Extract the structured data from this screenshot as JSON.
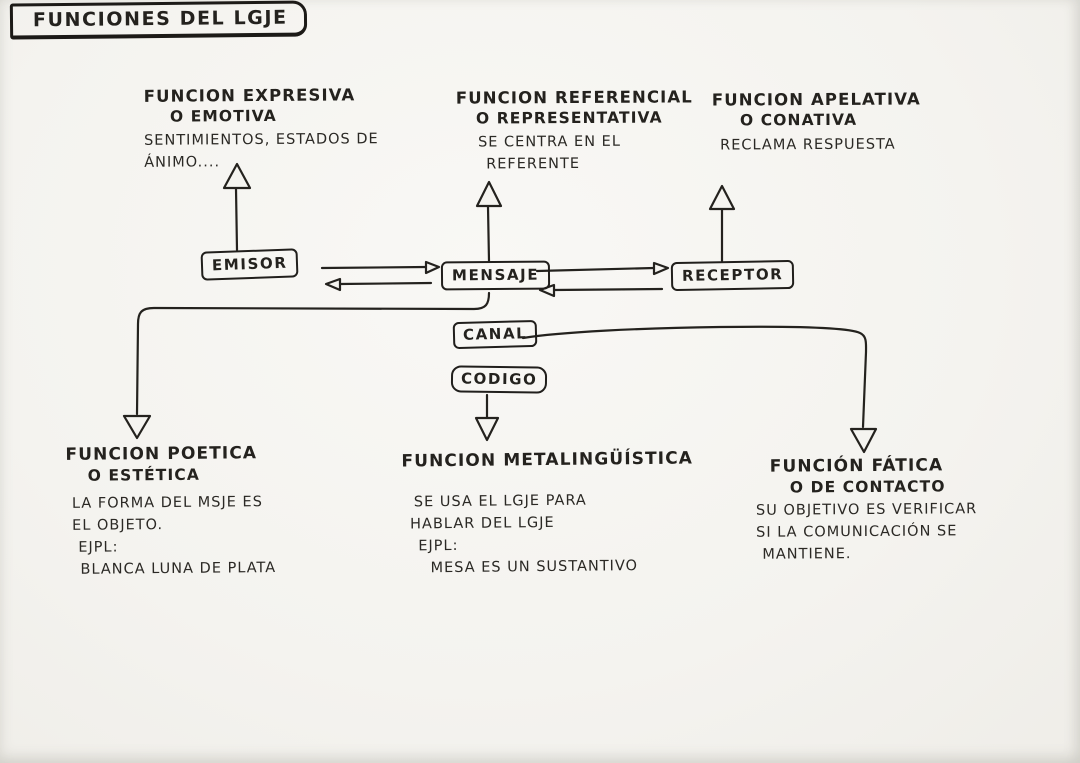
{
  "title": "FUNCIONES DEL LGJE",
  "nodes": {
    "emisor": {
      "label": "EMISOR"
    },
    "mensaje": {
      "label": "MENSAJE"
    },
    "receptor": {
      "label": "RECEPTOR"
    },
    "canal": {
      "label": "CANAL"
    },
    "codigo": {
      "label": "CODIGO"
    }
  },
  "functions": {
    "expresiva": {
      "title": "FUNCION EXPRESIVA",
      "subtitle": "O EMOTIVA",
      "lines": [
        "SENTIMIENTOS, ESTADOS DE",
        "ÁNIMO...."
      ]
    },
    "referencial": {
      "title": "FUNCION REFERENCIAL",
      "subtitle": "O REPRESENTATIVA",
      "lines": [
        "SE CENTRA EN EL",
        "REFERENTE"
      ]
    },
    "apelativa": {
      "title": "FUNCION APELATIVA",
      "subtitle": "O CONATIVA",
      "lines": [
        "RECLAMA RESPUESTA"
      ]
    },
    "poetica": {
      "title": "FUNCION POETICA",
      "subtitle": "O ESTÉTICA",
      "lines": [
        "LA FORMA DEL MSJE ES",
        "EL OBJETO.",
        "EJPL:",
        "BLANCA LUNA DE PLATA"
      ]
    },
    "metalinguistica": {
      "title": "FUNCION METALINGÜÍSTICA",
      "lines": [
        "SE USA EL LGJE PARA",
        "HABLAR DEL LGJE",
        "EJPL:",
        "MESA ES UN SUSTANTIVO"
      ]
    },
    "fatica": {
      "title": "FUNCIÓN FÁTICA",
      "subtitle": "O DE CONTACTO",
      "lines": [
        "SU OBJETIVO ES VERIFICAR",
        "SI LA COMUNICACIÓN SE",
        "MANTIENE."
      ]
    }
  },
  "connections": [
    {
      "from": "emisor",
      "to": "funcion-expresiva",
      "type": "hollow-arrow-up"
    },
    {
      "from": "mensaje",
      "to": "funcion-referencial",
      "type": "hollow-arrow-up"
    },
    {
      "from": "receptor",
      "to": "funcion-apelativa",
      "type": "hollow-arrow-up"
    },
    {
      "from": "emisor",
      "to": "mensaje",
      "type": "double-arrow-horizontal"
    },
    {
      "from": "mensaje",
      "to": "receptor",
      "type": "double-arrow-horizontal"
    },
    {
      "from": "mensaje",
      "to": "funcion-poetica",
      "type": "curved-arrow-down"
    },
    {
      "from": "codigo",
      "to": "funcion-metalinguistica",
      "type": "hollow-arrow-down"
    },
    {
      "from": "canal",
      "to": "funcion-fatica",
      "type": "curved-arrow-down"
    }
  ],
  "colors": {
    "ink": "#24221e",
    "paper": "#f5f4f0"
  }
}
